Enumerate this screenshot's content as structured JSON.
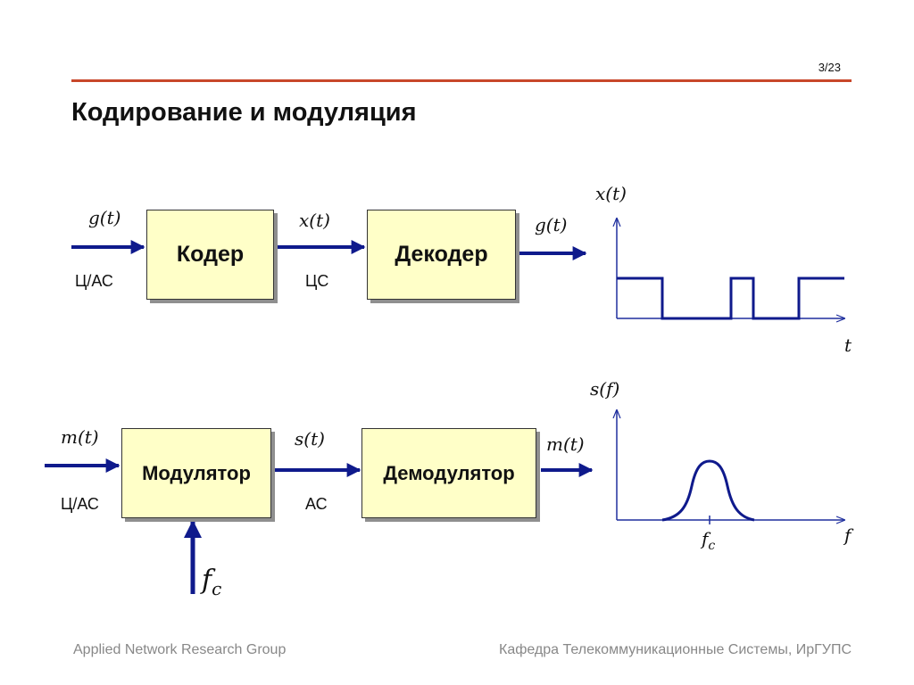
{
  "header": {
    "page_number": "3/23",
    "title": "Кодирование и модуляция"
  },
  "coding_diagram": {
    "blocks": {
      "coder": "Кодер",
      "decoder": "Декодер"
    },
    "signals": {
      "input": "g(t)",
      "middle": "x(t)",
      "output": "g(t)"
    },
    "annotations": {
      "input_type": "Ц/АС",
      "middle_type": "ЦС"
    },
    "graph": {
      "y_label": "x(t)",
      "x_label": "t"
    }
  },
  "modulation_diagram": {
    "blocks": {
      "modulator": "Модулятор",
      "demodulator": "Демодулятор"
    },
    "signals": {
      "input": "m(t)",
      "middle": "s(t)",
      "output": "m(t)",
      "carrier": "f",
      "carrier_sub": "c"
    },
    "annotations": {
      "input_type": "Ц/АС",
      "middle_type": "АС"
    },
    "graph": {
      "y_label": "s(f)",
      "x_label": "f",
      "tick_label": "f",
      "tick_sub": "c"
    }
  },
  "footer": {
    "left": "Applied Network Research Group",
    "right": "Кафедра Телекоммуникационные Системы, ИрГУПС"
  },
  "colors": {
    "accent_line": "#c8472a",
    "arrow": "#0f1a8c",
    "block_fill": "#ffffc8"
  }
}
